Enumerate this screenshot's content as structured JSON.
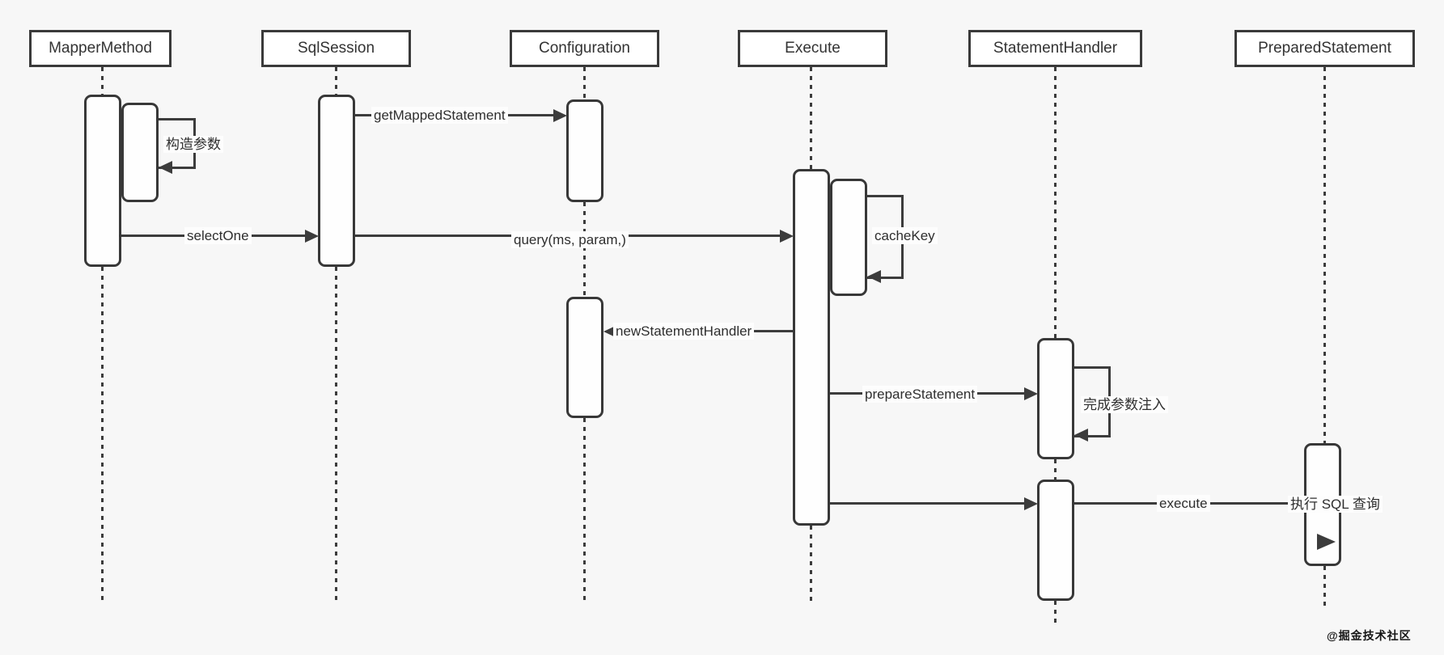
{
  "diagram": {
    "participants": [
      {
        "id": "mapper-method",
        "label": "MapperMethod"
      },
      {
        "id": "sql-session",
        "label": "SqlSession"
      },
      {
        "id": "configuration",
        "label": "Configuration"
      },
      {
        "id": "execute",
        "label": "Execute"
      },
      {
        "id": "statement-handler",
        "label": "StatementHandler"
      },
      {
        "id": "prepared-statement",
        "label": "PreparedStatement"
      }
    ],
    "messages": {
      "construct_params": "构造参数",
      "select_one": "selectOne",
      "get_mapped_statement": "getMappedStatement",
      "query": "query(ms, param,)",
      "cache_key": "cacheKey",
      "new_statement_handler": "newStatementHandler",
      "prepare_statement": "prepareStatement",
      "complete_param_injection": "完成参数注入",
      "execute": "execute",
      "run_sql_query": "执行 SQL 查询"
    },
    "watermark": "@掘金技术社区",
    "colors": {
      "background": "#f7f7f7",
      "line": "#3c3c3c",
      "box_fill": "#ffffff",
      "label_bg": "#fdfdfd"
    }
  }
}
